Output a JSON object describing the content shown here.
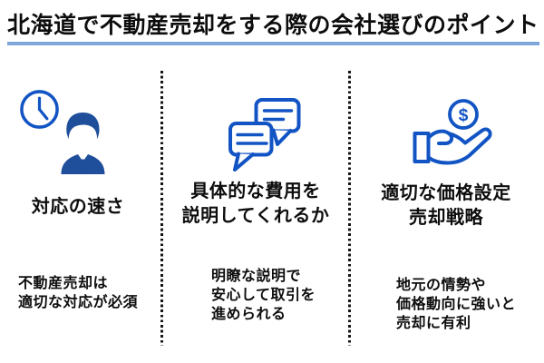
{
  "title": {
    "text": "北海道で不動産売却をする際の会社選びのポイント"
  },
  "columns": [
    {
      "id": "response-speed",
      "icons": [
        "clock-icon",
        "businessman-icon"
      ],
      "heading_lines": [
        "対応の速さ"
      ],
      "body_lines": [
        "不動産売却は",
        "適切な対応が必須"
      ]
    },
    {
      "id": "fee-explanation",
      "icons": [
        "chat-bubbles-icon"
      ],
      "heading_lines": [
        "具体的な費用を",
        "説明してくれるか"
      ],
      "body_lines": [
        "明瞭な説明で",
        "安心して取引を",
        "進められる"
      ]
    },
    {
      "id": "pricing-strategy",
      "icons": [
        "hand-coin-icon"
      ],
      "heading_lines": [
        "適切な価格設定",
        "売却戦略"
      ],
      "body_lines": [
        "地元の情勢や",
        "価格動向に強いと",
        "売却に有利"
      ]
    }
  ],
  "icon_symbols": {
    "coin_currency": "$"
  },
  "colors": {
    "icon_blue": "#1254C4",
    "person_navy": "#1F4E9B",
    "title_underline": "#7FA6D9",
    "text": "#0D0D0D",
    "divider": "#141414",
    "background": "#FFFFFF"
  }
}
